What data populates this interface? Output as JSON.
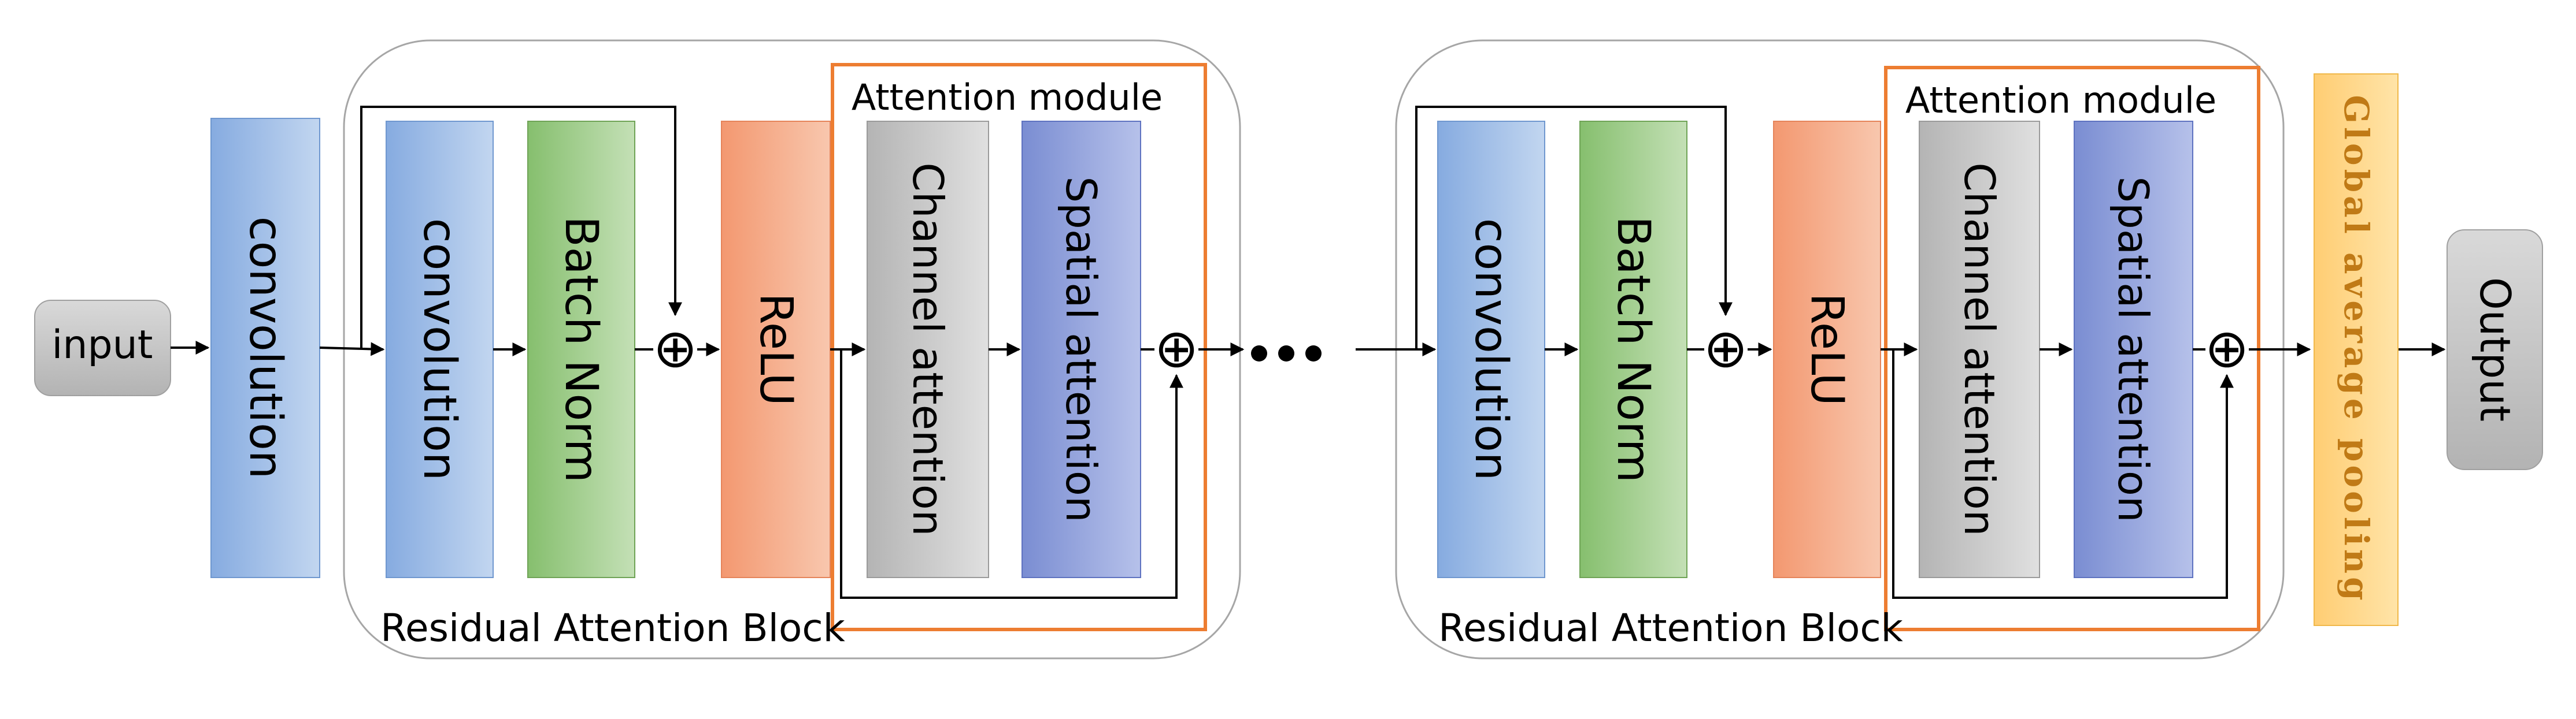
{
  "labels": {
    "input": "input",
    "convolution": "convolution",
    "batch_norm": "Batch Norm",
    "relu": "ReLU",
    "channel_attention": "Channel attention",
    "spatial_attention": "Spatial attention",
    "attention_module": "Attention module",
    "residual_attention_block": "Residual Attention Block",
    "global_average_pooling": "Global average pooling",
    "output": "Output",
    "sum_symbol": "⊕"
  },
  "colors": {
    "conv_blue": "#8fb4e3",
    "batchnorm_green": "#93c47d",
    "relu_orange": "#f4a07c",
    "channel_gray": "#bdbdbd",
    "spatial_blue": "#8497d6",
    "pooling_yellow": "#ffd27f",
    "terminal_gray": "#c8c8c8",
    "attention_outline": "#ed7d31",
    "block_outline": "#a6a6a6"
  }
}
